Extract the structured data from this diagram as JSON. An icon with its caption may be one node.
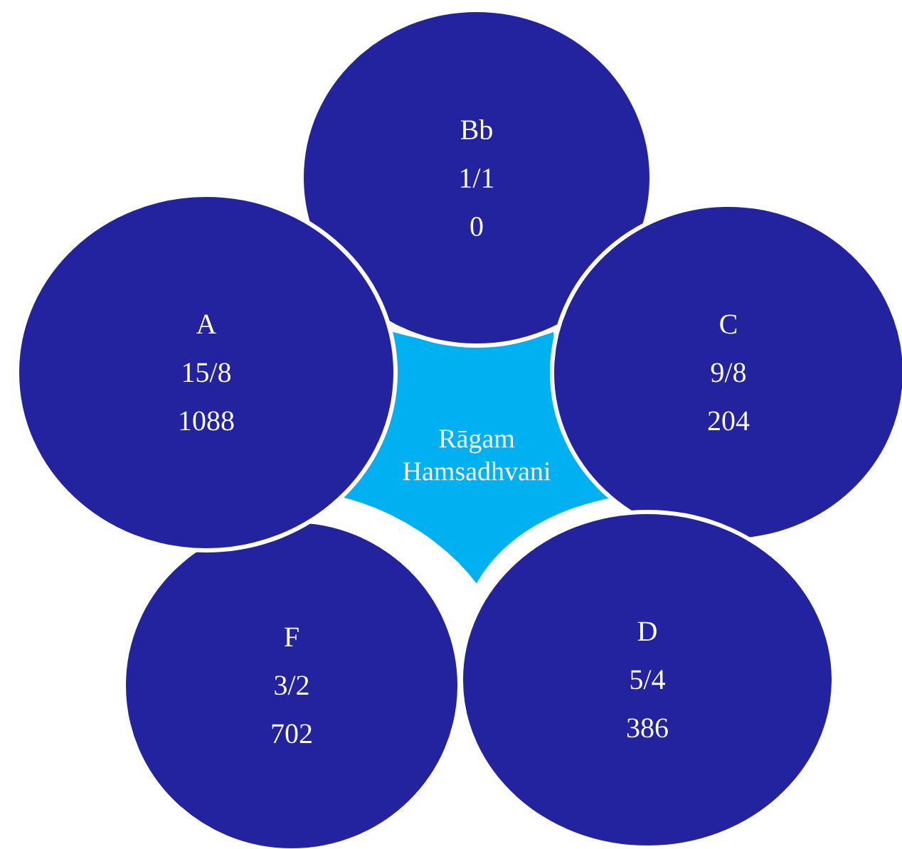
{
  "diagram": {
    "nodes": [
      {
        "text": [
          "Bb",
          "1/1",
          "0"
        ]
      },
      {
        "text": [
          "A",
          "15/8",
          "1088"
        ]
      },
      {
        "text": [
          "C",
          "9/8",
          "204"
        ]
      },
      {
        "text": [
          "Rāgam Hamsadhvani"
        ]
      },
      {
        "text": [
          "F",
          "3/2",
          "702"
        ]
      },
      {
        "text": [
          "D",
          "5/4",
          "386"
        ]
      }
    ]
  }
}
